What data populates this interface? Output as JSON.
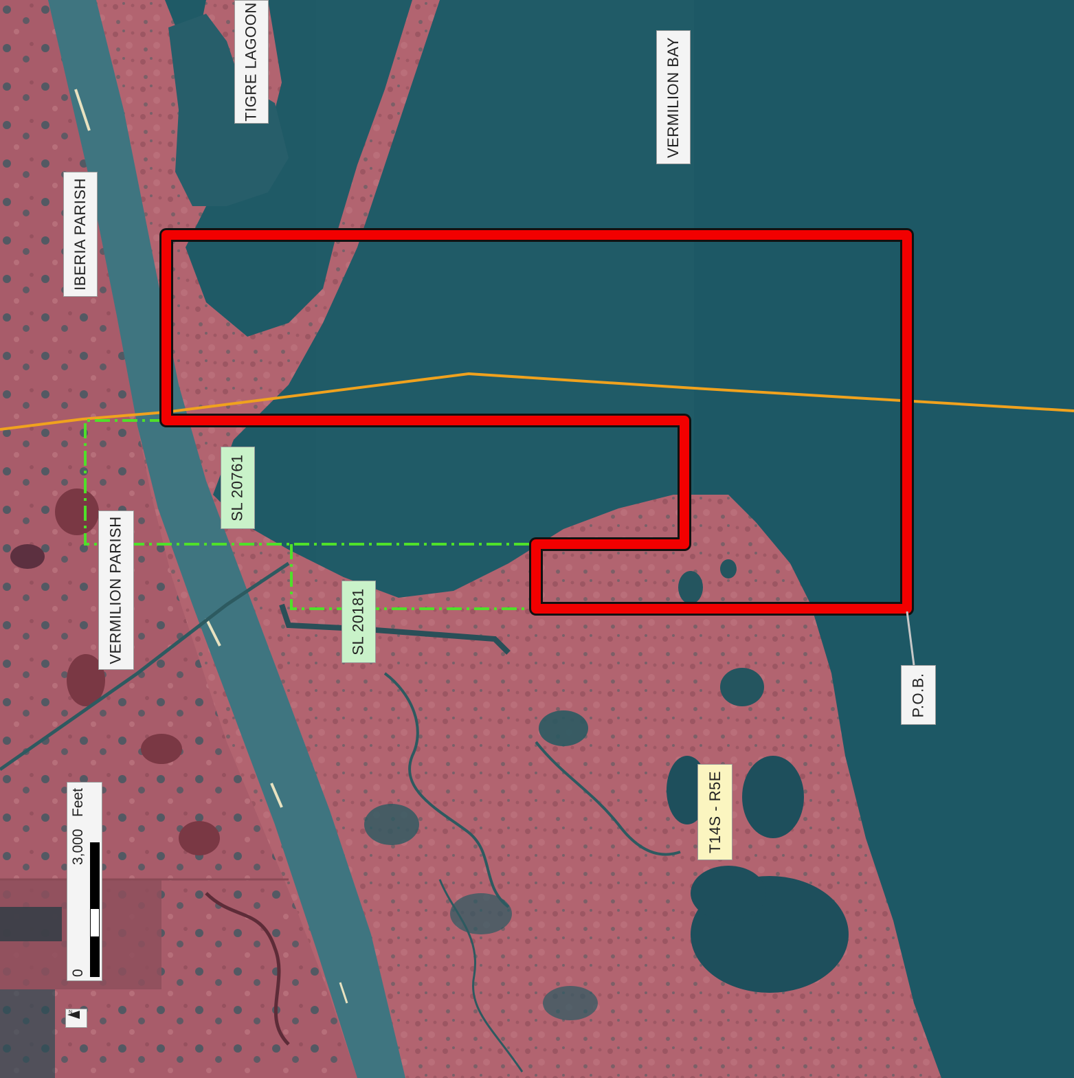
{
  "labels": {
    "tigre_lagoon": "TIGRE LAGOON",
    "vermilion_bay": "VERMILION BAY",
    "iberia_parish": "IBERIA PARISH",
    "vermilion_parish": "VERMILION PARISH",
    "sl_20761": "SL 20761",
    "sl_20181": "SL 20181",
    "township": "T14S - R5E",
    "pob": "P.O.B."
  },
  "scale": {
    "zero": "0",
    "distance": "3,000",
    "unit": "Feet"
  },
  "north_arrow": {
    "symbol": "N"
  },
  "colors": {
    "water": "#1f5a66",
    "marsh": "#b46672",
    "tract_boundary": "#ff0000",
    "parish_line": "#f0a21e",
    "lease_line": "#4fe02a"
  }
}
